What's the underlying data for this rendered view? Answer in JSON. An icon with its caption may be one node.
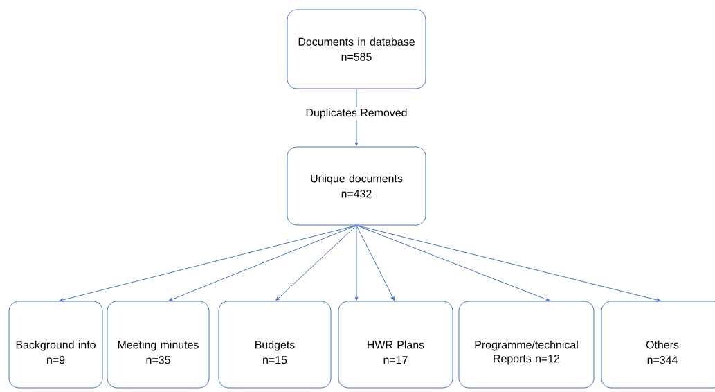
{
  "diagram": {
    "nodes": [
      {
        "text": [
          "Documents in database",
          "n=585"
        ]
      },
      {
        "text": [
          "Unique documents",
          "n=432"
        ]
      },
      {
        "text": [
          "Background info",
          "n=9"
        ]
      },
      {
        "text": [
          "Meeting minutes",
          "n=35"
        ]
      },
      {
        "text": [
          "Budgets",
          "n=15"
        ]
      },
      {
        "text": [
          "HWR Plans",
          "n=17"
        ]
      },
      {
        "text": [
          "Programme/technical Reports n=12"
        ]
      },
      {
        "text": [
          "Others",
          "n=344"
        ]
      }
    ],
    "edges": [
      {
        "from": 0,
        "to": 1,
        "arrow": "to",
        "label": "Duplicates Removed"
      },
      {
        "from": 1,
        "to": 2,
        "arrow": "to"
      },
      {
        "from": 1,
        "to": 3,
        "arrow": "to"
      },
      {
        "from": 1,
        "to": 4,
        "arrow": "to"
      },
      {
        "from": 1,
        "to": 5,
        "arrow": "to"
      },
      {
        "from": 1,
        "to": 5,
        "arrow": "to"
      },
      {
        "from": 1,
        "to": 6,
        "arrow": "to"
      },
      {
        "from": 1,
        "to": 7,
        "arrow": "to"
      }
    ]
  }
}
